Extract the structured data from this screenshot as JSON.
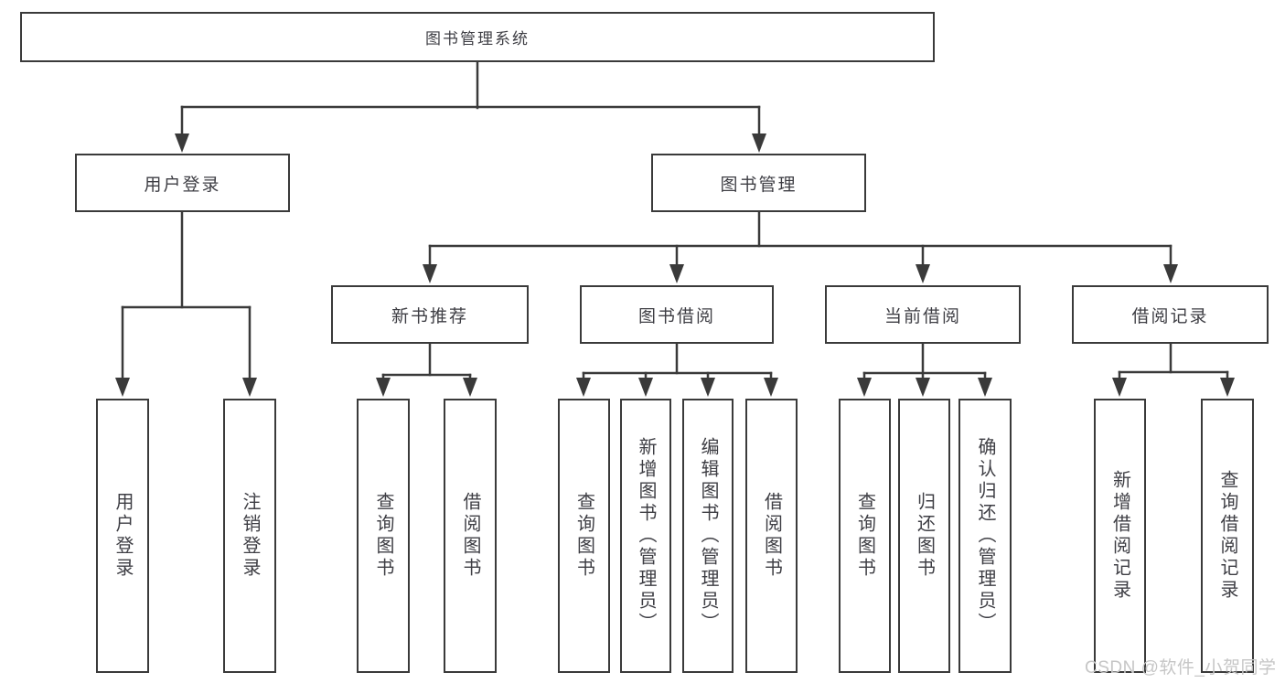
{
  "diagram": {
    "root": {
      "label": "图书管理系统"
    },
    "branches": [
      {
        "label": "用户登录",
        "children": [
          {
            "label": "用户登录"
          },
          {
            "label": "注销登录"
          }
        ]
      },
      {
        "label": "图书管理",
        "children": [
          {
            "label": "新书推荐",
            "children": [
              {
                "label": "查询图书"
              },
              {
                "label": "借阅图书"
              }
            ]
          },
          {
            "label": "图书借阅",
            "children": [
              {
                "label": "查询图书"
              },
              {
                "label": "新增图书（管理员）"
              },
              {
                "label": "编辑图书（管理员）"
              },
              {
                "label": "借阅图书"
              }
            ]
          },
          {
            "label": "当前借阅",
            "children": [
              {
                "label": "查询图书"
              },
              {
                "label": "归还图书"
              },
              {
                "label": "确认归还（管理员）"
              }
            ]
          },
          {
            "label": "借阅记录",
            "children": [
              {
                "label": "新增借阅记录"
              },
              {
                "label": "查询借阅记录"
              }
            ]
          }
        ]
      }
    ]
  },
  "watermark": {
    "text": "CSDN @软件_小贺同学"
  },
  "colors": {
    "line": "#3a3a3a",
    "text": "#3e3e44",
    "watermark": "#c6c6c6",
    "background": "#ffffff"
  }
}
